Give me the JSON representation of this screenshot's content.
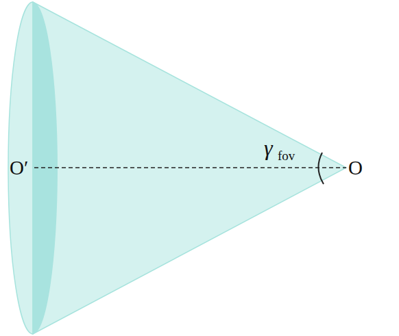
{
  "diagram": {
    "labels": [
      "O′",
      "O",
      "γ",
      "fov"
    ]
  }
}
